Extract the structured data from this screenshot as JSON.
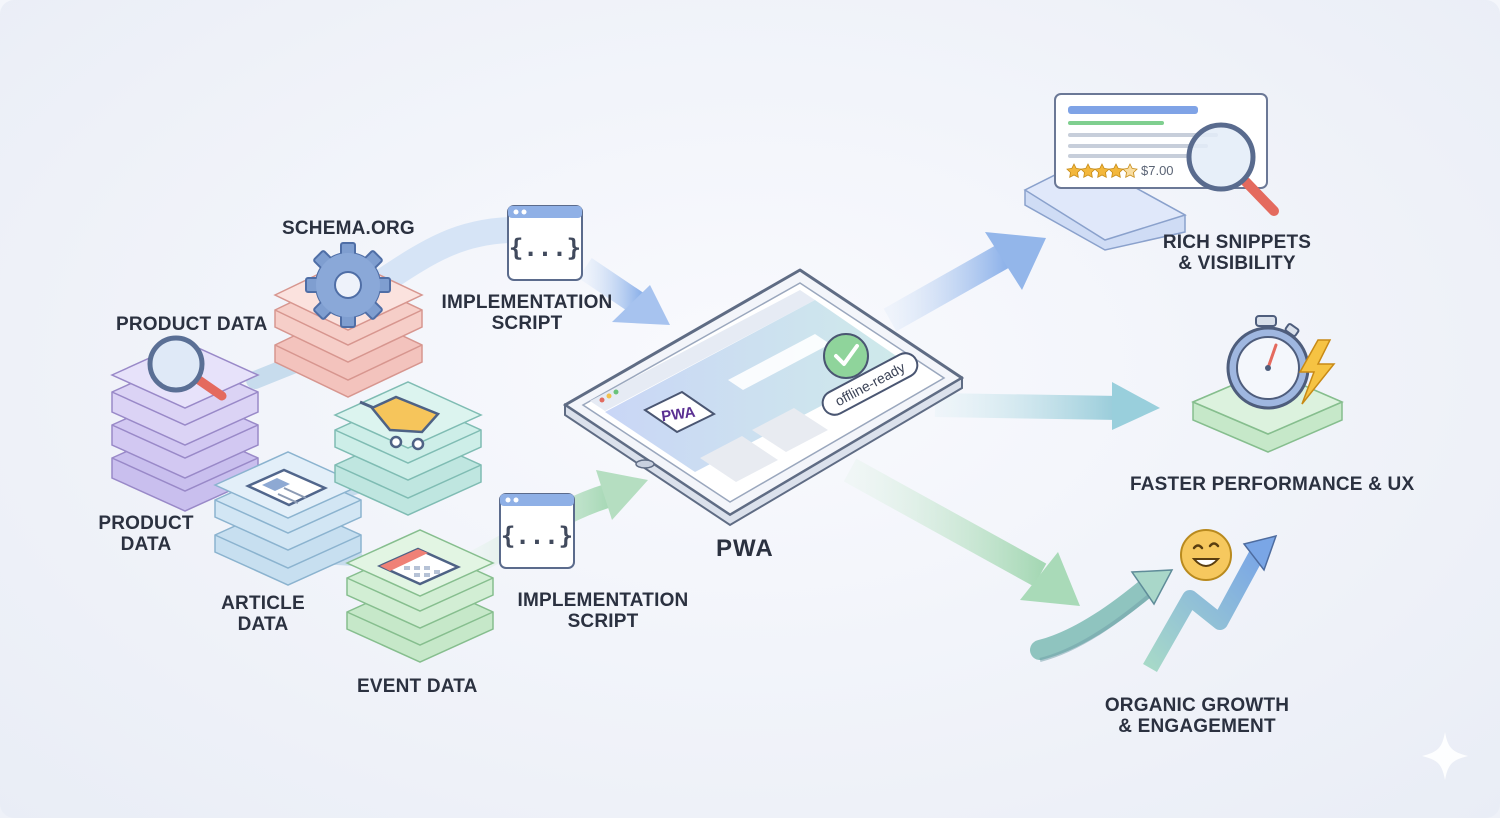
{
  "sources": {
    "schema_org": "SCHEMA.ORG",
    "product_data_top": "PRODUCT DATA",
    "product_data_side": [
      "PRODUCT",
      "DATA"
    ],
    "article_data": [
      "ARTICLE",
      "DATA"
    ],
    "event_data": "EVENT DATA"
  },
  "scripts": {
    "top": {
      "code": "{...}",
      "label": [
        "IMPLEMENTATION",
        "SCRIPT"
      ]
    },
    "bottom": {
      "code": "{...}",
      "label": [
        "IMPLEMENTATION",
        "SCRIPT"
      ]
    }
  },
  "device": {
    "title": "PWA",
    "logo": "PWA",
    "badge": "offline-ready"
  },
  "outcomes": {
    "rich_snippets": {
      "label": [
        "RICH SNIPPETS",
        "& VISIBILITY"
      ],
      "price": "$7.00",
      "stars": 4.5
    },
    "performance": {
      "label": "FASTER PERFORMANCE & UX"
    },
    "growth": {
      "label": [
        "ORGANIC GROWTH",
        "& ENGAGEMENT"
      ]
    }
  },
  "colors": {
    "text": "#2b3140",
    "arrow_blue": "#9fbfee",
    "arrow_teal": "#a7d3df",
    "arrow_green": "#b7e0c4",
    "pink": "#f5c7c2",
    "purple": "#d5cdf0",
    "blue": "#cfe3f2",
    "teal": "#c9ece6",
    "green": "#cdebcf"
  }
}
